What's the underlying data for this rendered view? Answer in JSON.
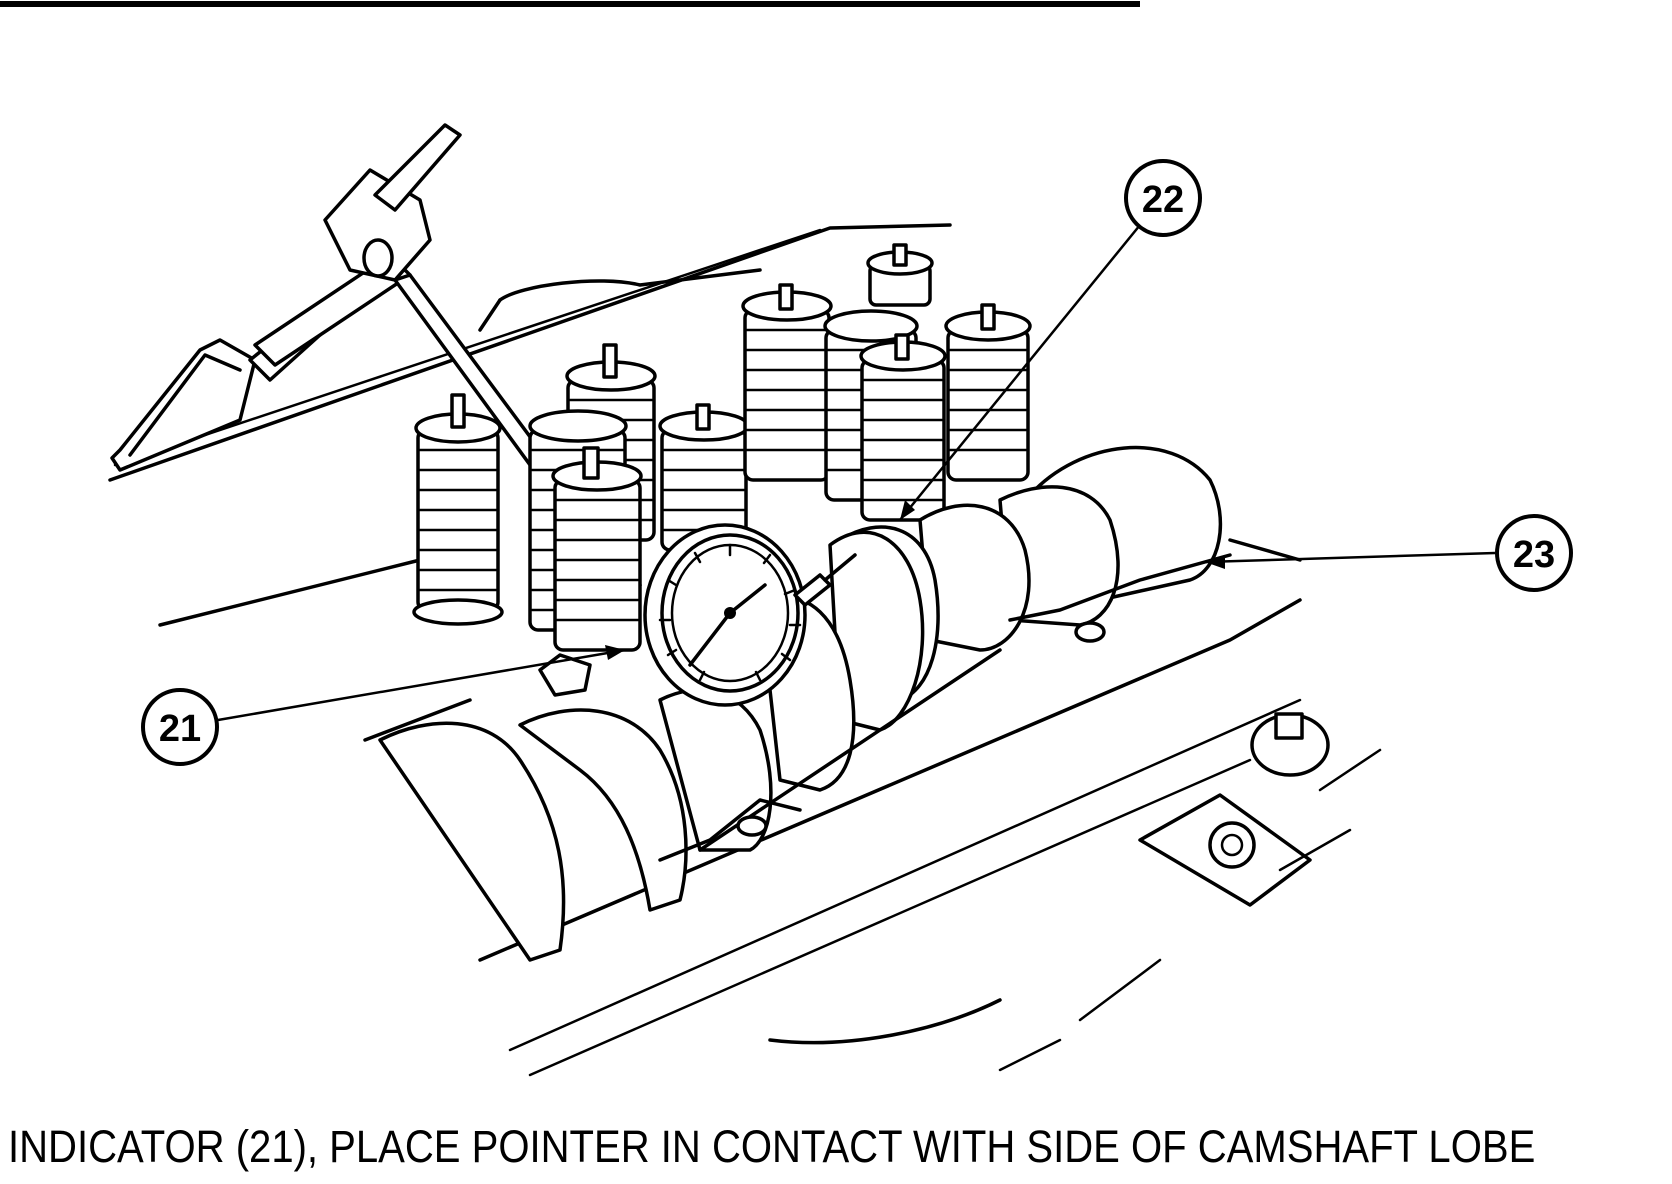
{
  "callouts": [
    {
      "id": "21",
      "label": "21"
    },
    {
      "id": "22",
      "label": "22"
    },
    {
      "id": "23",
      "label": "23"
    }
  ],
  "caption": "INDICATOR (21), PLACE POINTER IN CONTACT WITH SIDE OF CAMSHAFT LOBE"
}
